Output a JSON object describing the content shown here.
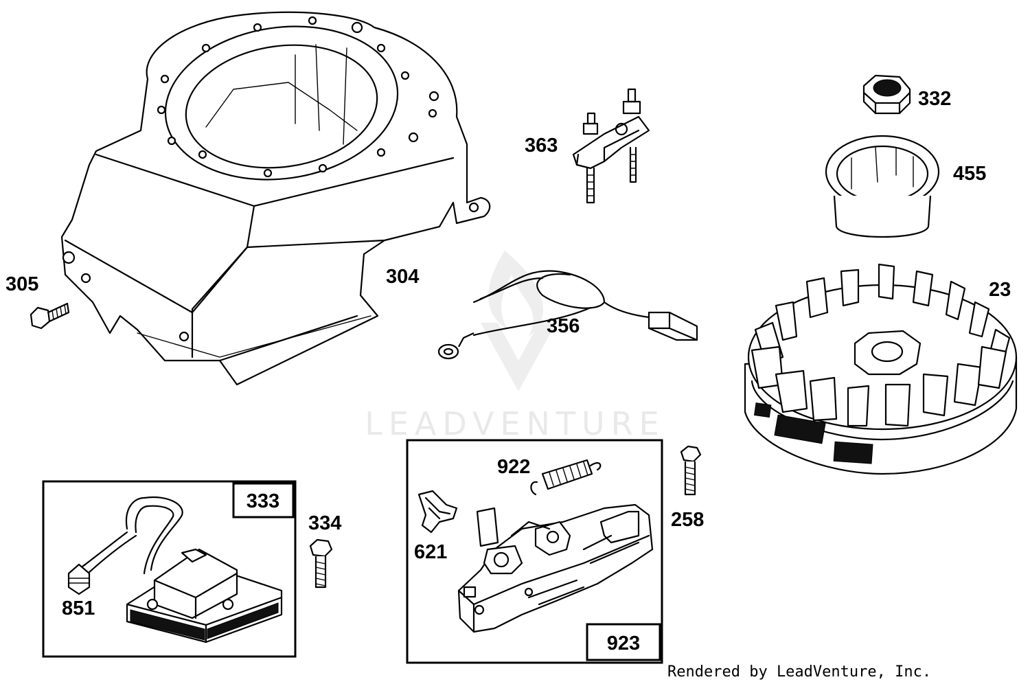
{
  "diagram": {
    "callouts": [
      {
        "id": "304",
        "label": "304"
      },
      {
        "id": "305",
        "label": "305"
      },
      {
        "id": "363",
        "label": "363"
      },
      {
        "id": "332",
        "label": "332"
      },
      {
        "id": "455",
        "label": "455"
      },
      {
        "id": "356",
        "label": "356"
      },
      {
        "id": "23",
        "label": "23"
      },
      {
        "id": "922",
        "label": "922"
      },
      {
        "id": "621",
        "label": "621"
      },
      {
        "id": "258",
        "label": "258"
      },
      {
        "id": "334",
        "label": "334"
      },
      {
        "id": "851",
        "label": "851"
      }
    ],
    "kits": [
      {
        "id": "333",
        "label": "333"
      },
      {
        "id": "923",
        "label": "923"
      }
    ],
    "watermark": "LEADVENTURE",
    "credit": "Rendered by LeadVenture, Inc."
  }
}
